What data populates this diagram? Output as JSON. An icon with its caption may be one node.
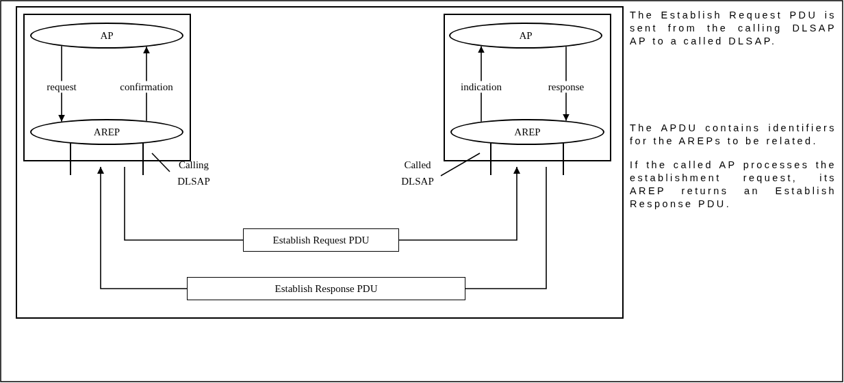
{
  "diagram": {
    "nodes": [
      {
        "text": [],
        "shape": "box"
      },
      {
        "text": [
          "AP"
        ],
        "in": 0
      },
      {
        "text": [
          "AREP"
        ],
        "in": 0
      },
      {
        "text": [],
        "shape": "box"
      },
      {
        "text": [
          "AP"
        ],
        "in": 3
      },
      {
        "text": [
          "AREP"
        ],
        "in": 3
      },
      {
        "text": [
          "Establish Request PDU"
        ]
      },
      {
        "text": [
          "Establish Response PDU"
        ]
      },
      {
        "text": [
          "Calling DLSAP"
        ]
      },
      {
        "text": [
          "Called DLSAP"
        ]
      }
    ],
    "edges": [
      {
        "from": 1,
        "to": 2,
        "arrow": "to",
        "label": "request"
      },
      {
        "from": 2,
        "to": 1,
        "arrow": "to",
        "label": "confirmation"
      },
      {
        "from": 5,
        "to": 4,
        "arrow": "to",
        "label": "indication"
      },
      {
        "from": 4,
        "to": 5,
        "arrow": "to",
        "label": "response"
      },
      {
        "from": 0,
        "to": 6,
        "arrow": "none"
      },
      {
        "from": 6,
        "to": 3,
        "arrow": "to"
      },
      {
        "from": 3,
        "to": 7,
        "arrow": "none"
      },
      {
        "from": 7,
        "to": 0,
        "arrow": "to"
      },
      {
        "from": 8,
        "to": 2,
        "arrow": "none"
      },
      {
        "from": 9,
        "to": 5,
        "arrow": "none"
      }
    ],
    "labels": [
      "The Establish Request PDU is sent from the calling DLSAP AP to a called DLSAP.",
      "The APDU contains identifiers for the AREPs to be related.",
      "If the called AP processes the establishment request, its AREP returns an Establish Response PDU."
    ]
  }
}
